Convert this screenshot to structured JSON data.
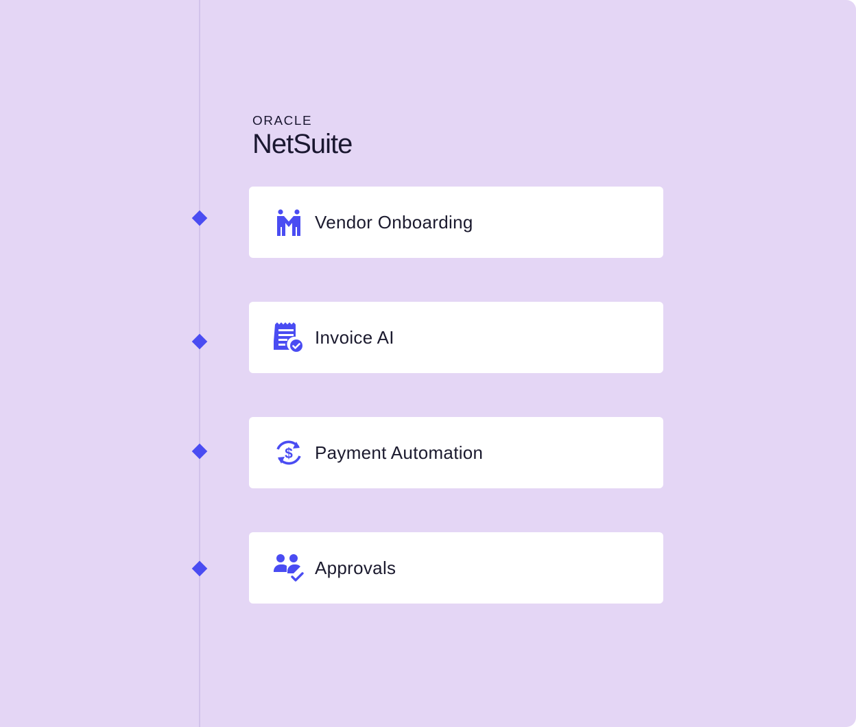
{
  "logo": {
    "brand_top": "ORACLE",
    "brand_main": "NetSuite"
  },
  "colors": {
    "background": "#e4d6f5",
    "accent": "#4a4cf2",
    "card": "#ffffff",
    "text": "#1b1a2e"
  },
  "features": [
    {
      "label": "Vendor Onboarding",
      "icon": "handshake-people-icon"
    },
    {
      "label": "Invoice AI",
      "icon": "invoice-check-icon"
    },
    {
      "label": "Payment Automation",
      "icon": "dollar-cycle-icon"
    },
    {
      "label": "Approvals",
      "icon": "users-check-icon"
    }
  ]
}
